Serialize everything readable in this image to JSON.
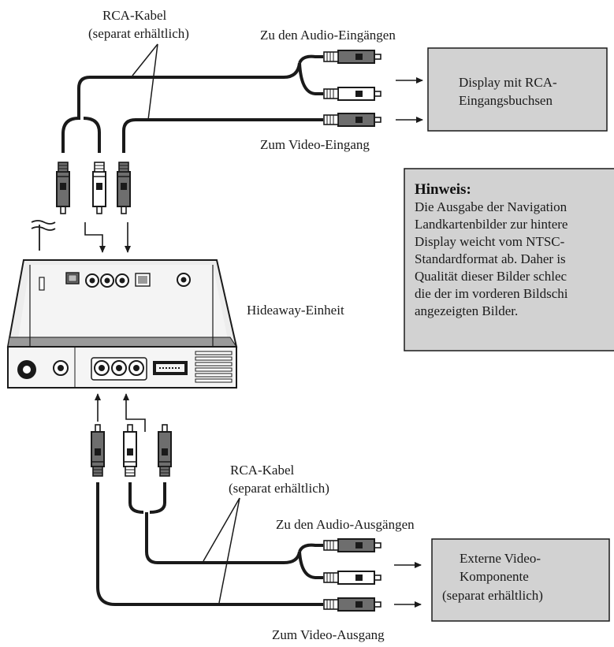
{
  "labels": {
    "rca_cable_top_line1": "RCA-Kabel",
    "rca_cable_top_line2": "(separat erhältlich)",
    "audio_inputs": "Zu den Audio-Eingängen",
    "video_input": "Zum Video-Eingang",
    "hideaway_unit": "Hideaway-Einheit",
    "rca_cable_bottom_line1": "RCA-Kabel",
    "rca_cable_bottom_line2": "(separat erhältlich)",
    "audio_outputs": "Zu den Audio-Ausgängen",
    "video_output": "Zum Video-Ausgang"
  },
  "display_box": {
    "line1": "Display mit RCA-",
    "line2": "Eingangsbuchsen"
  },
  "external_box": {
    "line1": "Externe Video-",
    "line2": "Komponente",
    "line3": "(separat erhältlich)"
  },
  "note": {
    "title": "Hinweis:",
    "lines": [
      "Die Ausgabe der Navigation",
      "Landkartenbilder zur hintere",
      "Display weicht vom NTSC-",
      "Standardformat ab. Daher is",
      "Qualität dieser Bilder schlec",
      "die der im vorderen Bildschi",
      "angezeigten Bilder."
    ]
  },
  "colors": {
    "box_fill": "#d2d2d2",
    "plug_dark": "#6e6e6e",
    "plug_white": "#ffffff",
    "line": "#1a1a1a"
  }
}
